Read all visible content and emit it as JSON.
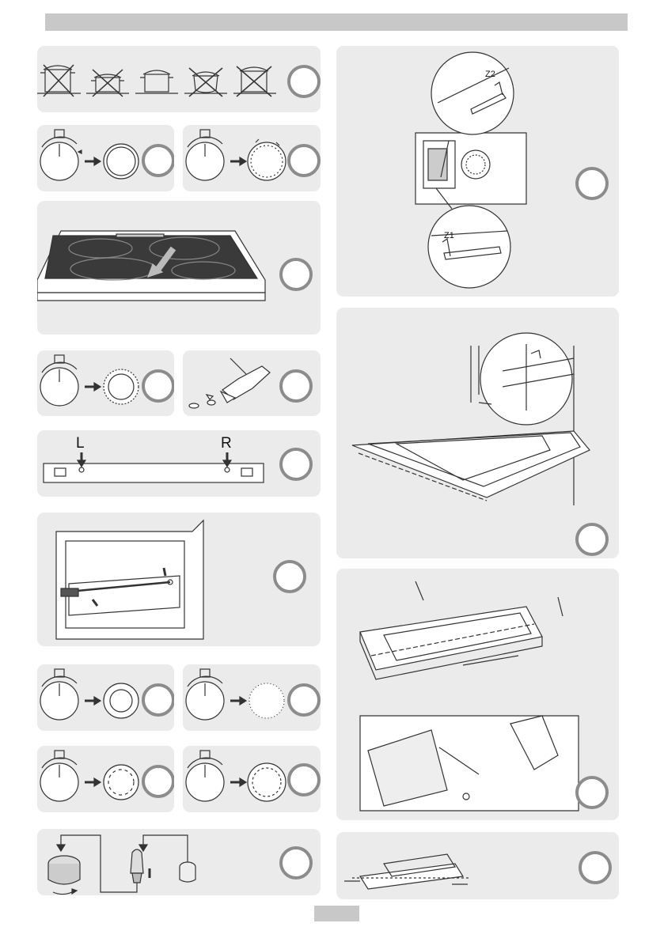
{
  "hob": {
    "center_label": "",
    "labels": {
      "left": "L",
      "right": "R"
    }
  },
  "hinge": {
    "labels": {
      "z1": "Z1",
      "z2": "Z2"
    }
  },
  "colors": {
    "panel": "#ebebeb",
    "badge_ring": "#8c8c8c",
    "bar": "#c8c8c8"
  },
  "icons": [
    "pot-icon",
    "cross-mark-icon",
    "knob-icon",
    "arrow-right-icon",
    "dial-icon",
    "hob-icon",
    "scraper-icon",
    "oven-interior-icon",
    "screwdriver-icon",
    "hinge-icon",
    "oven-door-icon",
    "door-glass-icon",
    "bulb-icon"
  ]
}
